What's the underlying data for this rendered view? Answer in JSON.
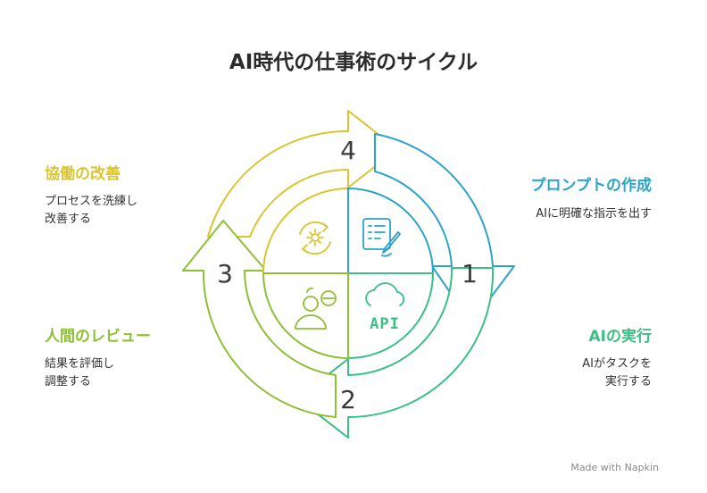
{
  "title": "AI時代の仕事術のサイクル",
  "steps": [
    {
      "number": "1",
      "label": "プロンプトの作成",
      "description": "AIに明確な指示を出す",
      "color": "#2ea3c9"
    },
    {
      "number": "2",
      "label": "AIの実行",
      "description": "AIがタスクを\n実行する",
      "color": "#3bbf86"
    },
    {
      "number": "3",
      "label": "人間のレビュー",
      "description": "結果を評価し\n調整する",
      "color": "#8fbf35"
    },
    {
      "number": "4",
      "label": "協働の改善",
      "description": "プロセスを洗練し\n改善する",
      "color": "#d9c531"
    }
  ],
  "icons": {
    "q1": "prompt-writing-icon",
    "q2": "ai-cloud-api-icon",
    "q3": "human-review-icon",
    "q4": "refine-cycle-icon",
    "api_text": "API"
  },
  "watermark": "Made with  Napkin"
}
